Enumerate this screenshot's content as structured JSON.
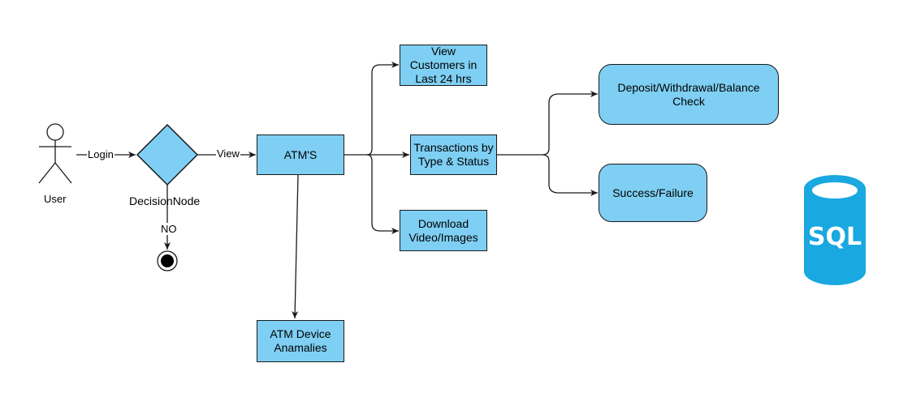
{
  "diagram": {
    "actor": {
      "label": "User"
    },
    "decision": {
      "label": "DecisionNode"
    },
    "edges": {
      "login": "Login",
      "view": "View",
      "no": "NO"
    },
    "nodes": {
      "atms": "ATM'S",
      "view_customers": "View Customers in Last 24 hrs",
      "transactions": "Transactions by Type & Status",
      "download": "Download Video/Images",
      "anomalies": "ATM Device Anamalies",
      "deposit": "Deposit/Withdrawal/Balance Check",
      "success": "Success/Failure"
    },
    "database": {
      "label": "SQL",
      "color": "#19a8e0"
    },
    "colors": {
      "node_fill": "#7ecff3",
      "stroke": "#1a1a1a"
    }
  }
}
